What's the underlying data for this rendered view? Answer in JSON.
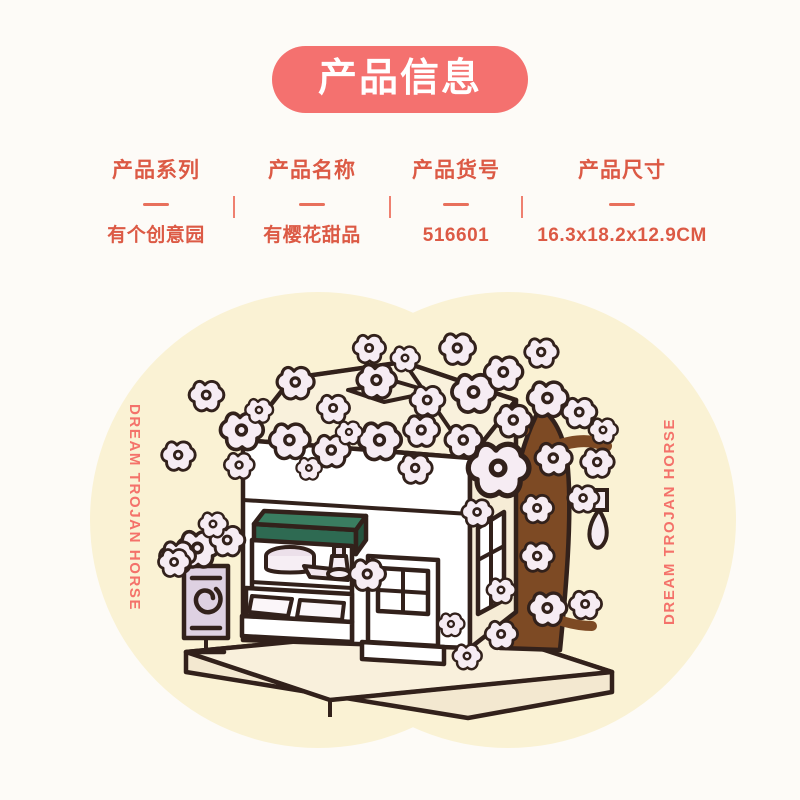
{
  "page": {
    "background_color": "#fdfbf7"
  },
  "title": {
    "label": "产品信息",
    "badge_color": "#f4716f",
    "text_color": "#ffffff"
  },
  "spec": {
    "accent_color": "#dc5a45",
    "columns": [
      {
        "header": "产品系列",
        "value": "有个创意园"
      },
      {
        "header": "产品名称",
        "value": "有樱花甜品"
      },
      {
        "header": "产品货号",
        "value": "516601"
      },
      {
        "header": "产品尺寸",
        "value": "16.3x18.2x12.9CM"
      }
    ]
  },
  "brand": {
    "left_text": "DREAM TROJAN HORSE",
    "right_text": "DREAM TROJAN HORSE",
    "color": "#f4726a"
  },
  "illustration": {
    "name": "cherry-blossom-dessert-shop-model",
    "background_circles_color": "#faf2d4",
    "outline_color": "#32211b",
    "wall_color": "#ffffff",
    "side_wall_color": "#f6ecd6",
    "roof_color": "#f7efd9",
    "base_color": "#f7eeda",
    "awning_color": "#2e6a52",
    "trunk_color": "#7d4a24",
    "blossom_fill": "#f6ecf3",
    "sign_color": "#ded1e2"
  }
}
